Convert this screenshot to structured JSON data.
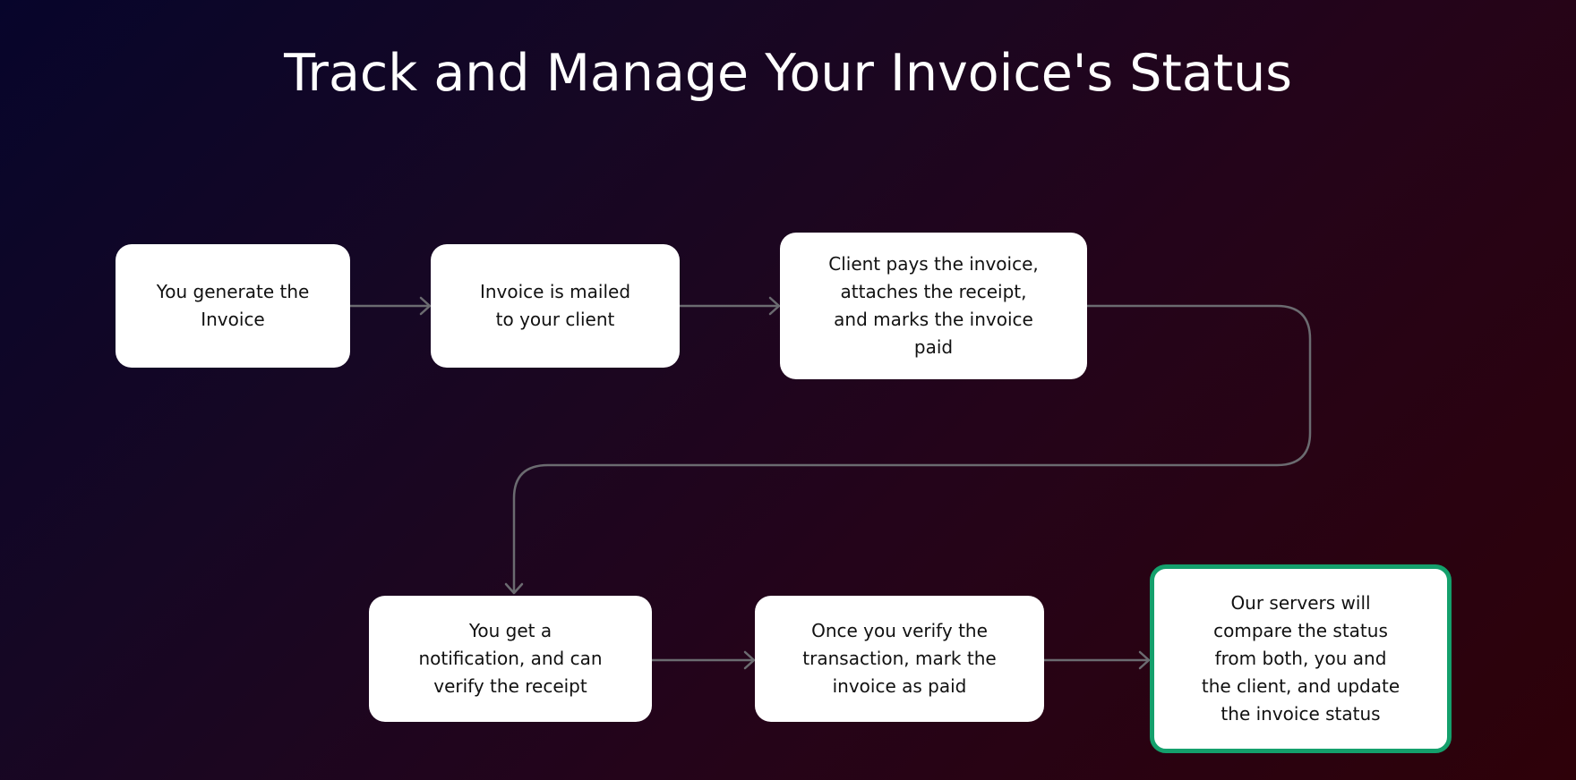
{
  "title": "Track and Manage Your Invoice's Status",
  "steps": [
    {
      "id": "generate",
      "text": "You generate the\nInvoice"
    },
    {
      "id": "mailed",
      "text": "Invoice is mailed\nto your client"
    },
    {
      "id": "client-pays",
      "text": "Client pays the invoice,\nattaches the receipt,\nand marks the invoice\npaid"
    },
    {
      "id": "notification",
      "text": "You get a\nnotification, and can\nverify the receipt"
    },
    {
      "id": "verify",
      "text": "Once you verify the\ntransaction, mark the\ninvoice as paid"
    },
    {
      "id": "servers-compare",
      "text": "Our servers will\ncompare the status\nfrom both, you and\nthe client, and update\nthe invoice status",
      "highlighted": true
    }
  ],
  "colors": {
    "connector": "#6b6b70",
    "highlight_border": "#14a06c",
    "box_fill": "#ffffff",
    "title_text": "#ffffff"
  }
}
